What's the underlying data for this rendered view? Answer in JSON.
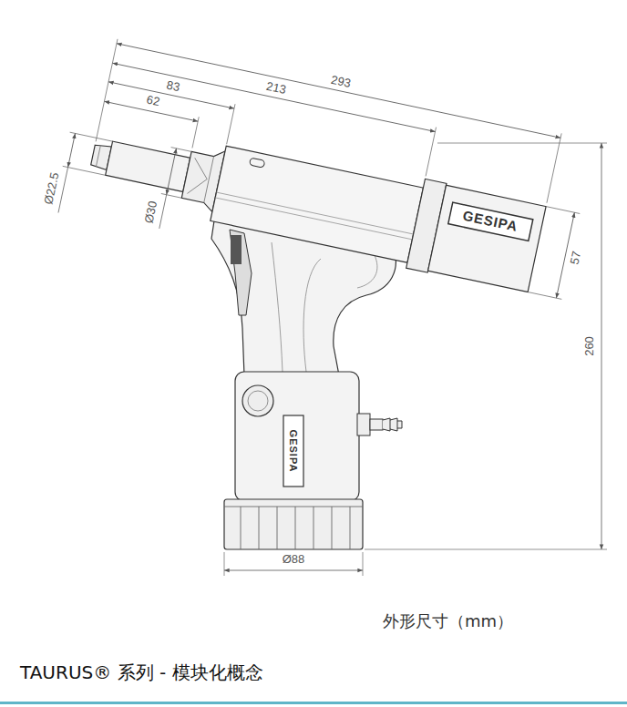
{
  "diagram": {
    "title": "TAURUS® 系列 - 模块化概念",
    "caption": "外形尺寸（mm）",
    "labels": [
      "293",
      "213",
      "83",
      "62",
      "Ø22.5",
      "Ø30",
      "57",
      "260",
      "Ø88",
      "GESIPA",
      "GESIPA"
    ]
  }
}
